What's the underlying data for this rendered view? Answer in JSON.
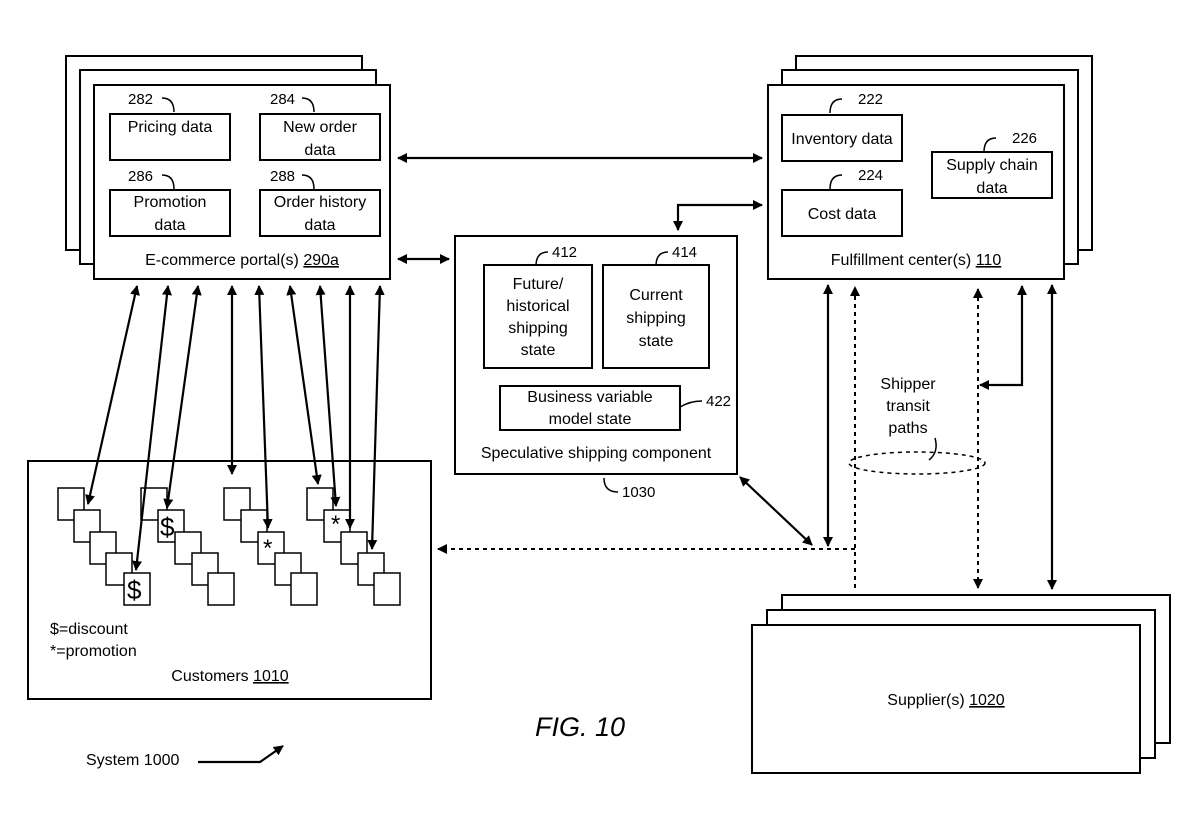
{
  "figure": {
    "title": "FIG. 10"
  },
  "system": {
    "label": "System 1000"
  },
  "portal": {
    "title": "E-commerce portal(s) ",
    "title_ref": "290a",
    "boxes": [
      {
        "ref": "282",
        "lines": [
          "Pricing data"
        ]
      },
      {
        "ref": "284",
        "lines": [
          "New order",
          "data"
        ]
      },
      {
        "ref": "286",
        "lines": [
          "Promotion",
          "data"
        ]
      },
      {
        "ref": "288",
        "lines": [
          "Order history",
          "data"
        ]
      }
    ]
  },
  "fulfillment": {
    "title": "Fulfillment center(s) ",
    "title_ref": "110",
    "boxes": [
      {
        "ref": "222",
        "lines": [
          "Inventory data"
        ]
      },
      {
        "ref": "224",
        "lines": [
          "Cost data"
        ]
      },
      {
        "ref": "226",
        "lines": [
          "Supply chain",
          "data"
        ]
      }
    ]
  },
  "speculative": {
    "title": "Speculative shipping component",
    "ref": "1030",
    "boxes": [
      {
        "ref": "412",
        "lines": [
          "Future/",
          "historical",
          "shipping",
          "state"
        ]
      },
      {
        "ref": "414",
        "lines": [
          "Current",
          "shipping",
          "state"
        ]
      },
      {
        "ref": "422",
        "lines": [
          "Business variable",
          "model state"
        ]
      }
    ]
  },
  "customers": {
    "title": "Customers ",
    "title_ref": "1010",
    "legend": [
      "$=discount",
      "*=promotion"
    ],
    "markers": {
      "discount": "$",
      "promotion": "*"
    }
  },
  "suppliers": {
    "title": "Supplier(s) ",
    "title_ref": "1020"
  },
  "transit": {
    "lines": [
      "Shipper",
      "transit",
      "paths"
    ]
  }
}
